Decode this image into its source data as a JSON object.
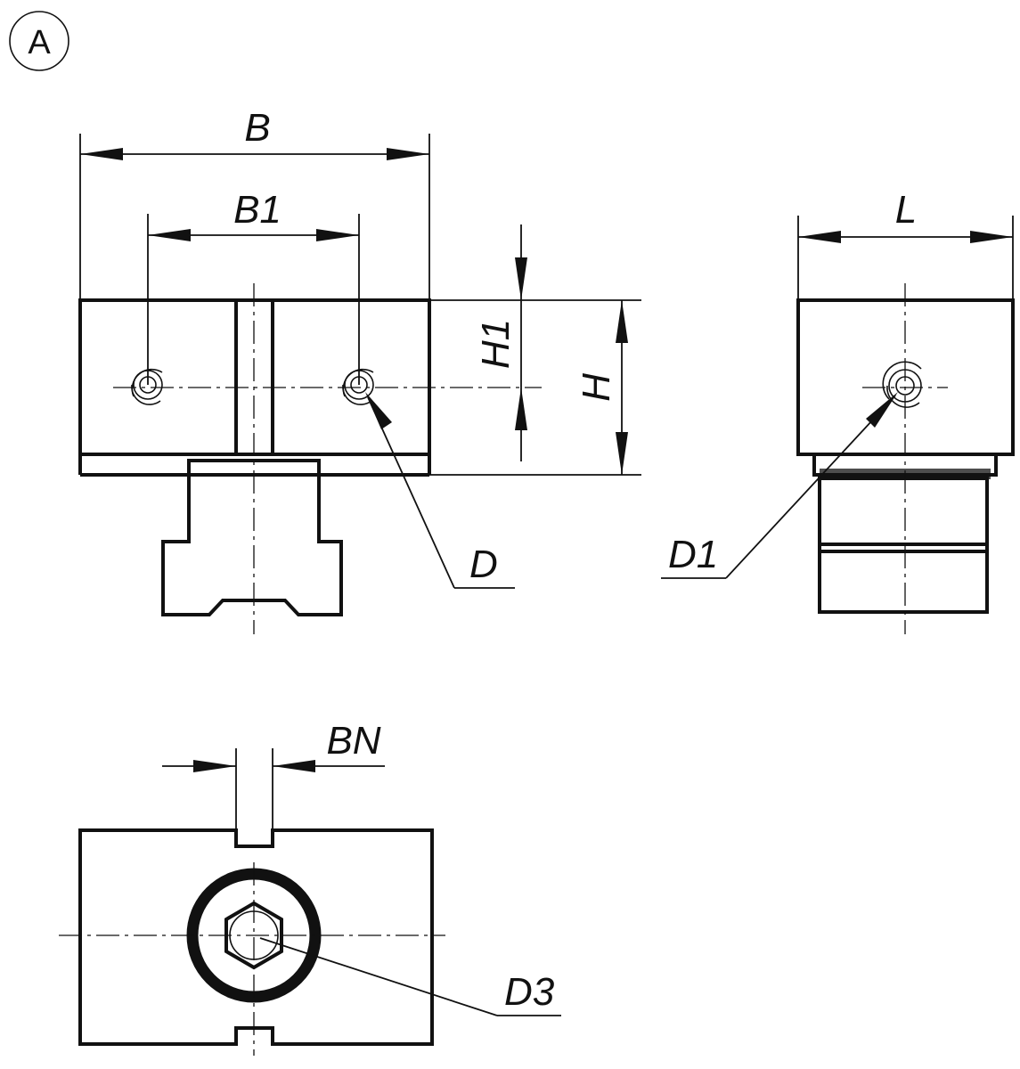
{
  "view_marker": "A",
  "labels": {
    "B": "B",
    "B1": "B1",
    "H1": "H1",
    "H": "H",
    "L": "L",
    "D": "D",
    "D1": "D1",
    "BN": "BN",
    "D3": "D3"
  }
}
